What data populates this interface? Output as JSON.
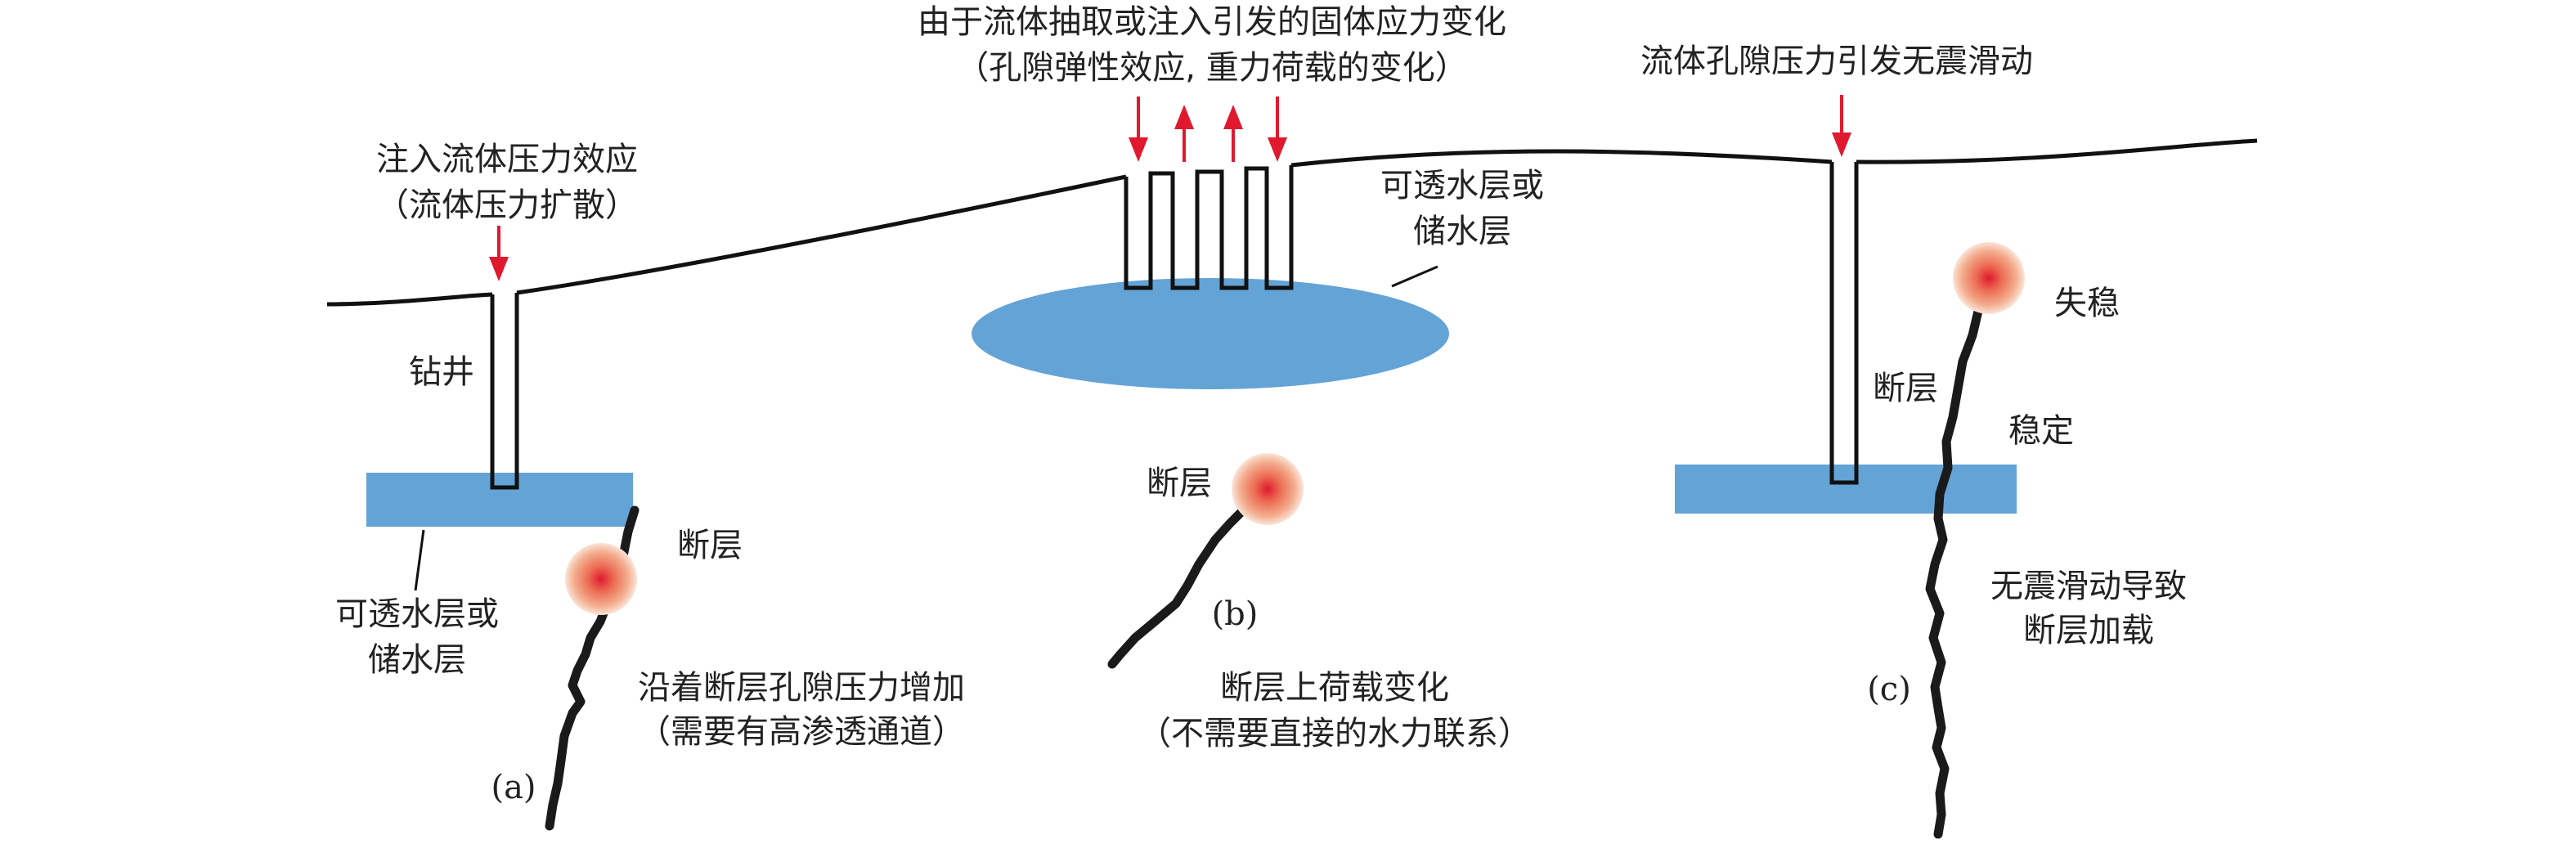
{
  "colors": {
    "aquifer": "#64a3d6",
    "arrow": "#e0192f",
    "ground_line": "#111111",
    "fault": "#1a1a1a",
    "hypocenter_outer": "#f3ad8e",
    "hypocenter_inner": "#e0192f",
    "text": "#222222"
  },
  "panel_a": {
    "panel_label": "(a)",
    "injection_title_line1": "注入流体压力效应",
    "injection_title_line2": "（流体压力扩散）",
    "well_label": "钻井",
    "aquifer_label_line1": "可透水层或",
    "aquifer_label_line2": "储水层",
    "fault_label": "断层",
    "caption_line1": "沿着断层孔隙压力增加",
    "caption_line2": "（需要有高渗透通道）"
  },
  "panel_b": {
    "panel_label": "(b)",
    "title_line1": "由于流体抽取或注入引发的固体应力变化",
    "title_line2": "（孔隙弹性效应, 重力荷载的变化）",
    "aquifer_label_line1": "可透水层或",
    "aquifer_label_line2": "储水层",
    "fault_label": "断层",
    "caption_line1": "断层上荷载变化",
    "caption_line2": "（不需要直接的水力联系）"
  },
  "panel_c": {
    "panel_label": "(c)",
    "title": "流体孔隙压力引发无震滑动",
    "unstable_label": "失稳",
    "fault_label": "断层",
    "stable_label": "稳定",
    "caption_line1": "无震滑动导致",
    "caption_line2": "断层加载"
  }
}
